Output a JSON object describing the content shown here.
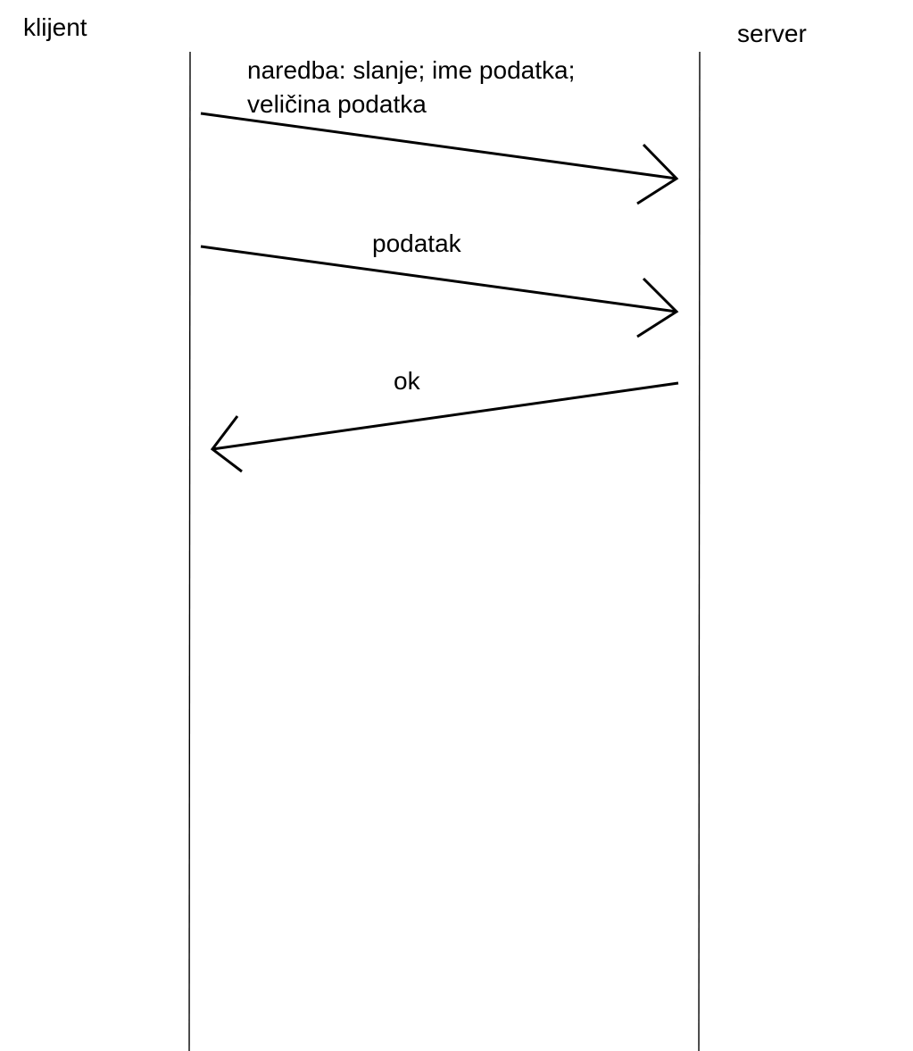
{
  "participants": {
    "client": "klijent",
    "server": "server"
  },
  "messages": [
    {
      "from": "klijent",
      "to": "server",
      "lines": [
        "naredba: slanje; ime podatka;",
        "veličina podatka"
      ]
    },
    {
      "from": "klijent",
      "to": "server",
      "lines": [
        "podatak"
      ]
    },
    {
      "from": "server",
      "to": "klijent",
      "lines": [
        "ok"
      ]
    }
  ],
  "colors": {
    "line": "#000000",
    "background": "#ffffff"
  }
}
